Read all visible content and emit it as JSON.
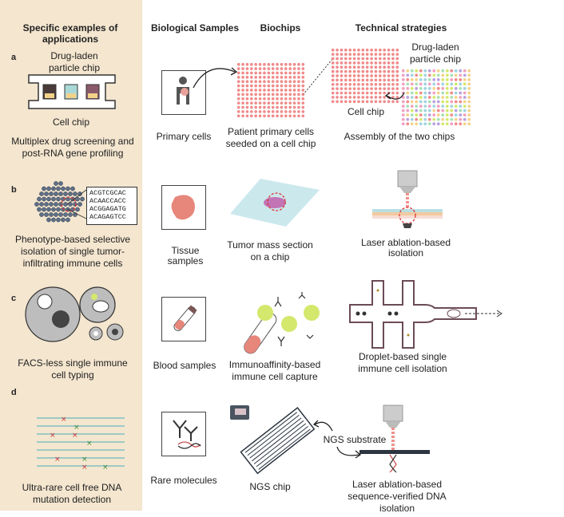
{
  "headers": {
    "applications": "Specific examples of applications",
    "samples": "Biological Samples",
    "biochips": "Biochips",
    "strategies": "Technical strategies"
  },
  "rows": [
    {
      "letter": "a",
      "app_top": "Drug-laden particle chip",
      "app_mid": "Cell chip",
      "app_caption": "Multiplex drug screening and post-RNA gene profiling",
      "sample": "Primary cells",
      "biochip": "Patient primary cells seeded on a cell chip",
      "strategy_label1": "Drug-laden particle chip",
      "strategy_label2": "Cell chip",
      "strategy": "Assembly of the two chips"
    },
    {
      "letter": "b",
      "sequences": [
        "ACGTCGCAC",
        "ACAACCACC",
        "ACGGAGATG",
        "ACAGAGTCC"
      ],
      "app_caption": "Phenotype-based selective isolation of single tumor-infiltrating immune cells",
      "sample": "Tissue samples",
      "biochip": "Tumor mass section on a chip",
      "strategy": "Laser ablation-based isolation"
    },
    {
      "letter": "c",
      "app_caption": "FACS-less single immune cell typing",
      "sample": "Blood samples",
      "biochip": "Immunoaffinity-based immune cell capture",
      "strategy": "Droplet-based single immune cell isolation"
    },
    {
      "letter": "d",
      "app_caption": "Ultra-rare cell free DNA mutation detection",
      "sample": "Rare molecules",
      "biochip": "NGS chip",
      "strategy_label1": "NGS substrate",
      "strategy": "Laser ablation-based sequence-verified DNA isolation"
    }
  ],
  "colors": {
    "panel": "#f4e6cf",
    "dot": "#f08a8a",
    "pink": "#e9b4ad",
    "green": "#d3e86c",
    "teal": "#b9e1e4",
    "dark": "#333333"
  }
}
